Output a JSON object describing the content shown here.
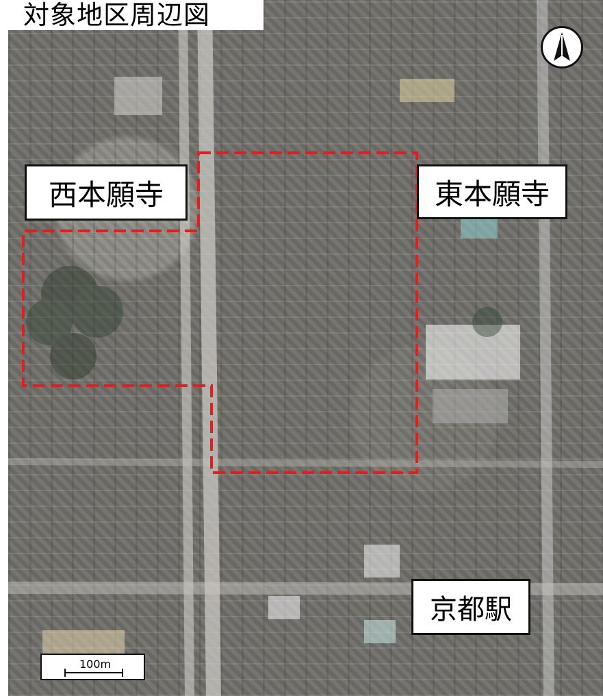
{
  "title": "対象地区周辺図",
  "labels": {
    "nishi_honganji": "西本願寺",
    "higashi_honganji": "東本願寺",
    "kyoto_station": "京都駅"
  },
  "scale_bar": {
    "label": "100m"
  },
  "north_arrow": "north-arrow-icon",
  "boundary_color": "#e02020"
}
